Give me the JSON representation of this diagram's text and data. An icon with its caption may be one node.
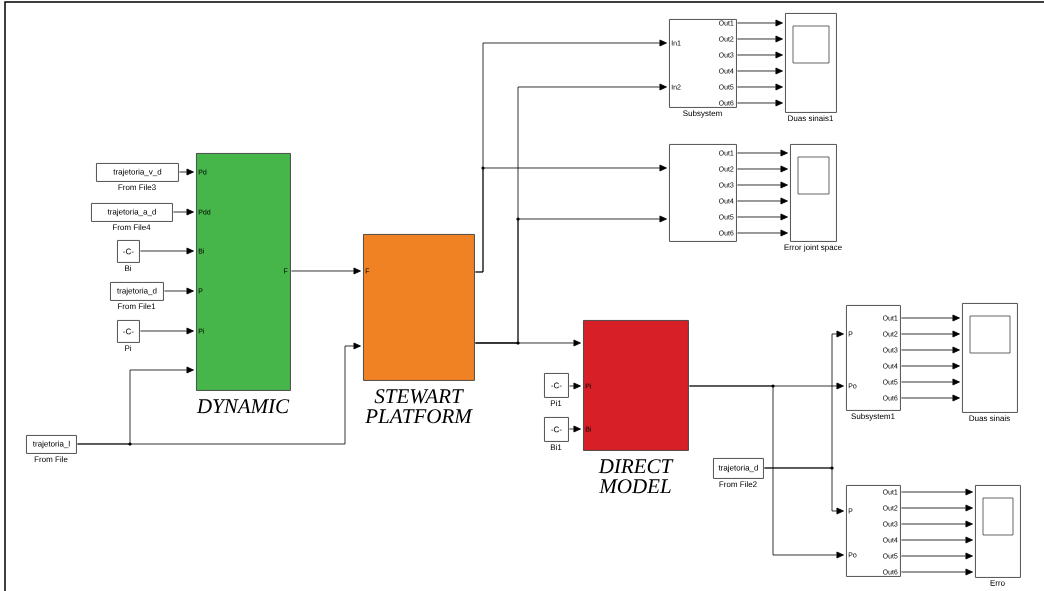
{
  "diagram": {
    "nodes": [
      {
        "text": [
          "trajetoria_v_d"
        ],
        "beside": [
          "From File3"
        ]
      },
      {
        "text": [
          "trajetoria_a_d"
        ],
        "beside": [
          "From File4"
        ]
      },
      {
        "text": [
          "-C-"
        ],
        "beside": [
          "Bi"
        ]
      },
      {
        "text": [
          "trajetoria_d"
        ],
        "beside": [
          "From File1"
        ]
      },
      {
        "text": [
          "-C-"
        ],
        "beside": [
          "Pi"
        ]
      },
      {
        "text": [
          "trajetoria_l"
        ],
        "beside": [
          "From File"
        ]
      },
      {
        "text": [
          "DYNAMIC"
        ]
      },
      {
        "text": [
          "STEWART PLATFORM"
        ]
      },
      {
        "text": [],
        "shape": "box",
        "beside": [
          "Subsystem"
        ]
      },
      {
        "text": [],
        "shape": "box",
        "beside": [
          "Duas sinais1"
        ]
      },
      {
        "text": [],
        "shape": "box"
      },
      {
        "text": [],
        "shape": "box",
        "beside": [
          "Error joint space"
        ]
      },
      {
        "text": [
          "-C-"
        ],
        "beside": [
          "Pi1"
        ]
      },
      {
        "text": [
          "-C-"
        ],
        "beside": [
          "Bi1"
        ]
      },
      {
        "text": [
          "DIRECT MODEL"
        ]
      },
      {
        "text": [
          "trajetoria_d"
        ],
        "beside": [
          "From File2"
        ]
      },
      {
        "text": [],
        "shape": "box",
        "beside": [
          "Subsystem1"
        ]
      },
      {
        "text": [],
        "shape": "box",
        "beside": [
          "Duas sinais"
        ]
      },
      {
        "text": [],
        "shape": "box"
      },
      {
        "text": [],
        "shape": "box",
        "beside": [
          "Erro"
        ]
      }
    ],
    "edges": [
      {
        "from": 0,
        "to": 6,
        "arrow": "to"
      },
      {
        "from": 1,
        "to": 6,
        "arrow": "to"
      },
      {
        "from": 2,
        "to": 6,
        "arrow": "to"
      },
      {
        "from": 3,
        "to": 6,
        "arrow": "to"
      },
      {
        "from": 4,
        "to": 6,
        "arrow": "to"
      },
      {
        "from": 5,
        "to": 6,
        "arrow": "to"
      },
      {
        "from": 5,
        "to": 7,
        "arrow": "to"
      },
      {
        "from": 6,
        "to": 7,
        "arrow": "to"
      },
      {
        "from": 7,
        "to": 8,
        "arrow": "to"
      },
      {
        "from": 7,
        "to": 10,
        "arrow": "to"
      },
      {
        "from": 7,
        "to": 8,
        "arrow": "to"
      },
      {
        "from": 7,
        "to": 10,
        "arrow": "to"
      },
      {
        "from": 7,
        "to": 14,
        "arrow": "to"
      },
      {
        "from": 12,
        "to": 14,
        "arrow": "to"
      },
      {
        "from": 13,
        "to": 14,
        "arrow": "to"
      },
      {
        "from": 14,
        "to": 16,
        "arrow": "to"
      },
      {
        "from": 14,
        "to": 18,
        "arrow": "to"
      },
      {
        "from": 15,
        "to": 16,
        "arrow": "to"
      },
      {
        "from": 15,
        "to": 18,
        "arrow": "to"
      },
      {
        "from": 8,
        "to": 9,
        "arrow": "to"
      },
      {
        "from": 8,
        "to": 9,
        "arrow": "to"
      },
      {
        "from": 8,
        "to": 9,
        "arrow": "to"
      },
      {
        "from": 8,
        "to": 9,
        "arrow": "to"
      },
      {
        "from": 8,
        "to": 9,
        "arrow": "to"
      },
      {
        "from": 8,
        "to": 9,
        "arrow": "to"
      },
      {
        "from": 10,
        "to": 11,
        "arrow": "to"
      },
      {
        "from": 10,
        "to": 11,
        "arrow": "to"
      },
      {
        "from": 10,
        "to": 11,
        "arrow": "to"
      },
      {
        "from": 10,
        "to": 11,
        "arrow": "to"
      },
      {
        "from": 10,
        "to": 11,
        "arrow": "to"
      },
      {
        "from": 10,
        "to": 11,
        "arrow": "to"
      },
      {
        "from": 16,
        "to": 17,
        "arrow": "to"
      },
      {
        "from": 16,
        "to": 17,
        "arrow": "to"
      },
      {
        "from": 16,
        "to": 17,
        "arrow": "to"
      },
      {
        "from": 16,
        "to": 17,
        "arrow": "to"
      },
      {
        "from": 16,
        "to": 17,
        "arrow": "to"
      },
      {
        "from": 16,
        "to": 17,
        "arrow": "to"
      },
      {
        "from": 18,
        "to": 19,
        "arrow": "to"
      },
      {
        "from": 18,
        "to": 19,
        "arrow": "to"
      },
      {
        "from": 18,
        "to": 19,
        "arrow": "to"
      },
      {
        "from": 18,
        "to": 19,
        "arrow": "to"
      },
      {
        "from": 18,
        "to": 19,
        "arrow": "to"
      },
      {
        "from": 18,
        "to": 19,
        "arrow": "to"
      }
    ],
    "labels": [
      "Pd",
      "Pdd",
      "Bi",
      "P",
      "Pi",
      "F",
      "F",
      "In1",
      "In2",
      "Out1",
      "Out2",
      "Out3",
      "Out4",
      "Out5",
      "Out6",
      "Out1",
      "Out2",
      "Out3",
      "Out4",
      "Out5",
      "Out6",
      "Pi",
      "Bi",
      "P",
      "Po",
      "Out1",
      "Out2",
      "Out3",
      "Out4",
      "Out5",
      "Out6",
      "P",
      "Po",
      "Out1",
      "Out2",
      "Out3",
      "Out4",
      "Out5",
      "Out6"
    ]
  }
}
